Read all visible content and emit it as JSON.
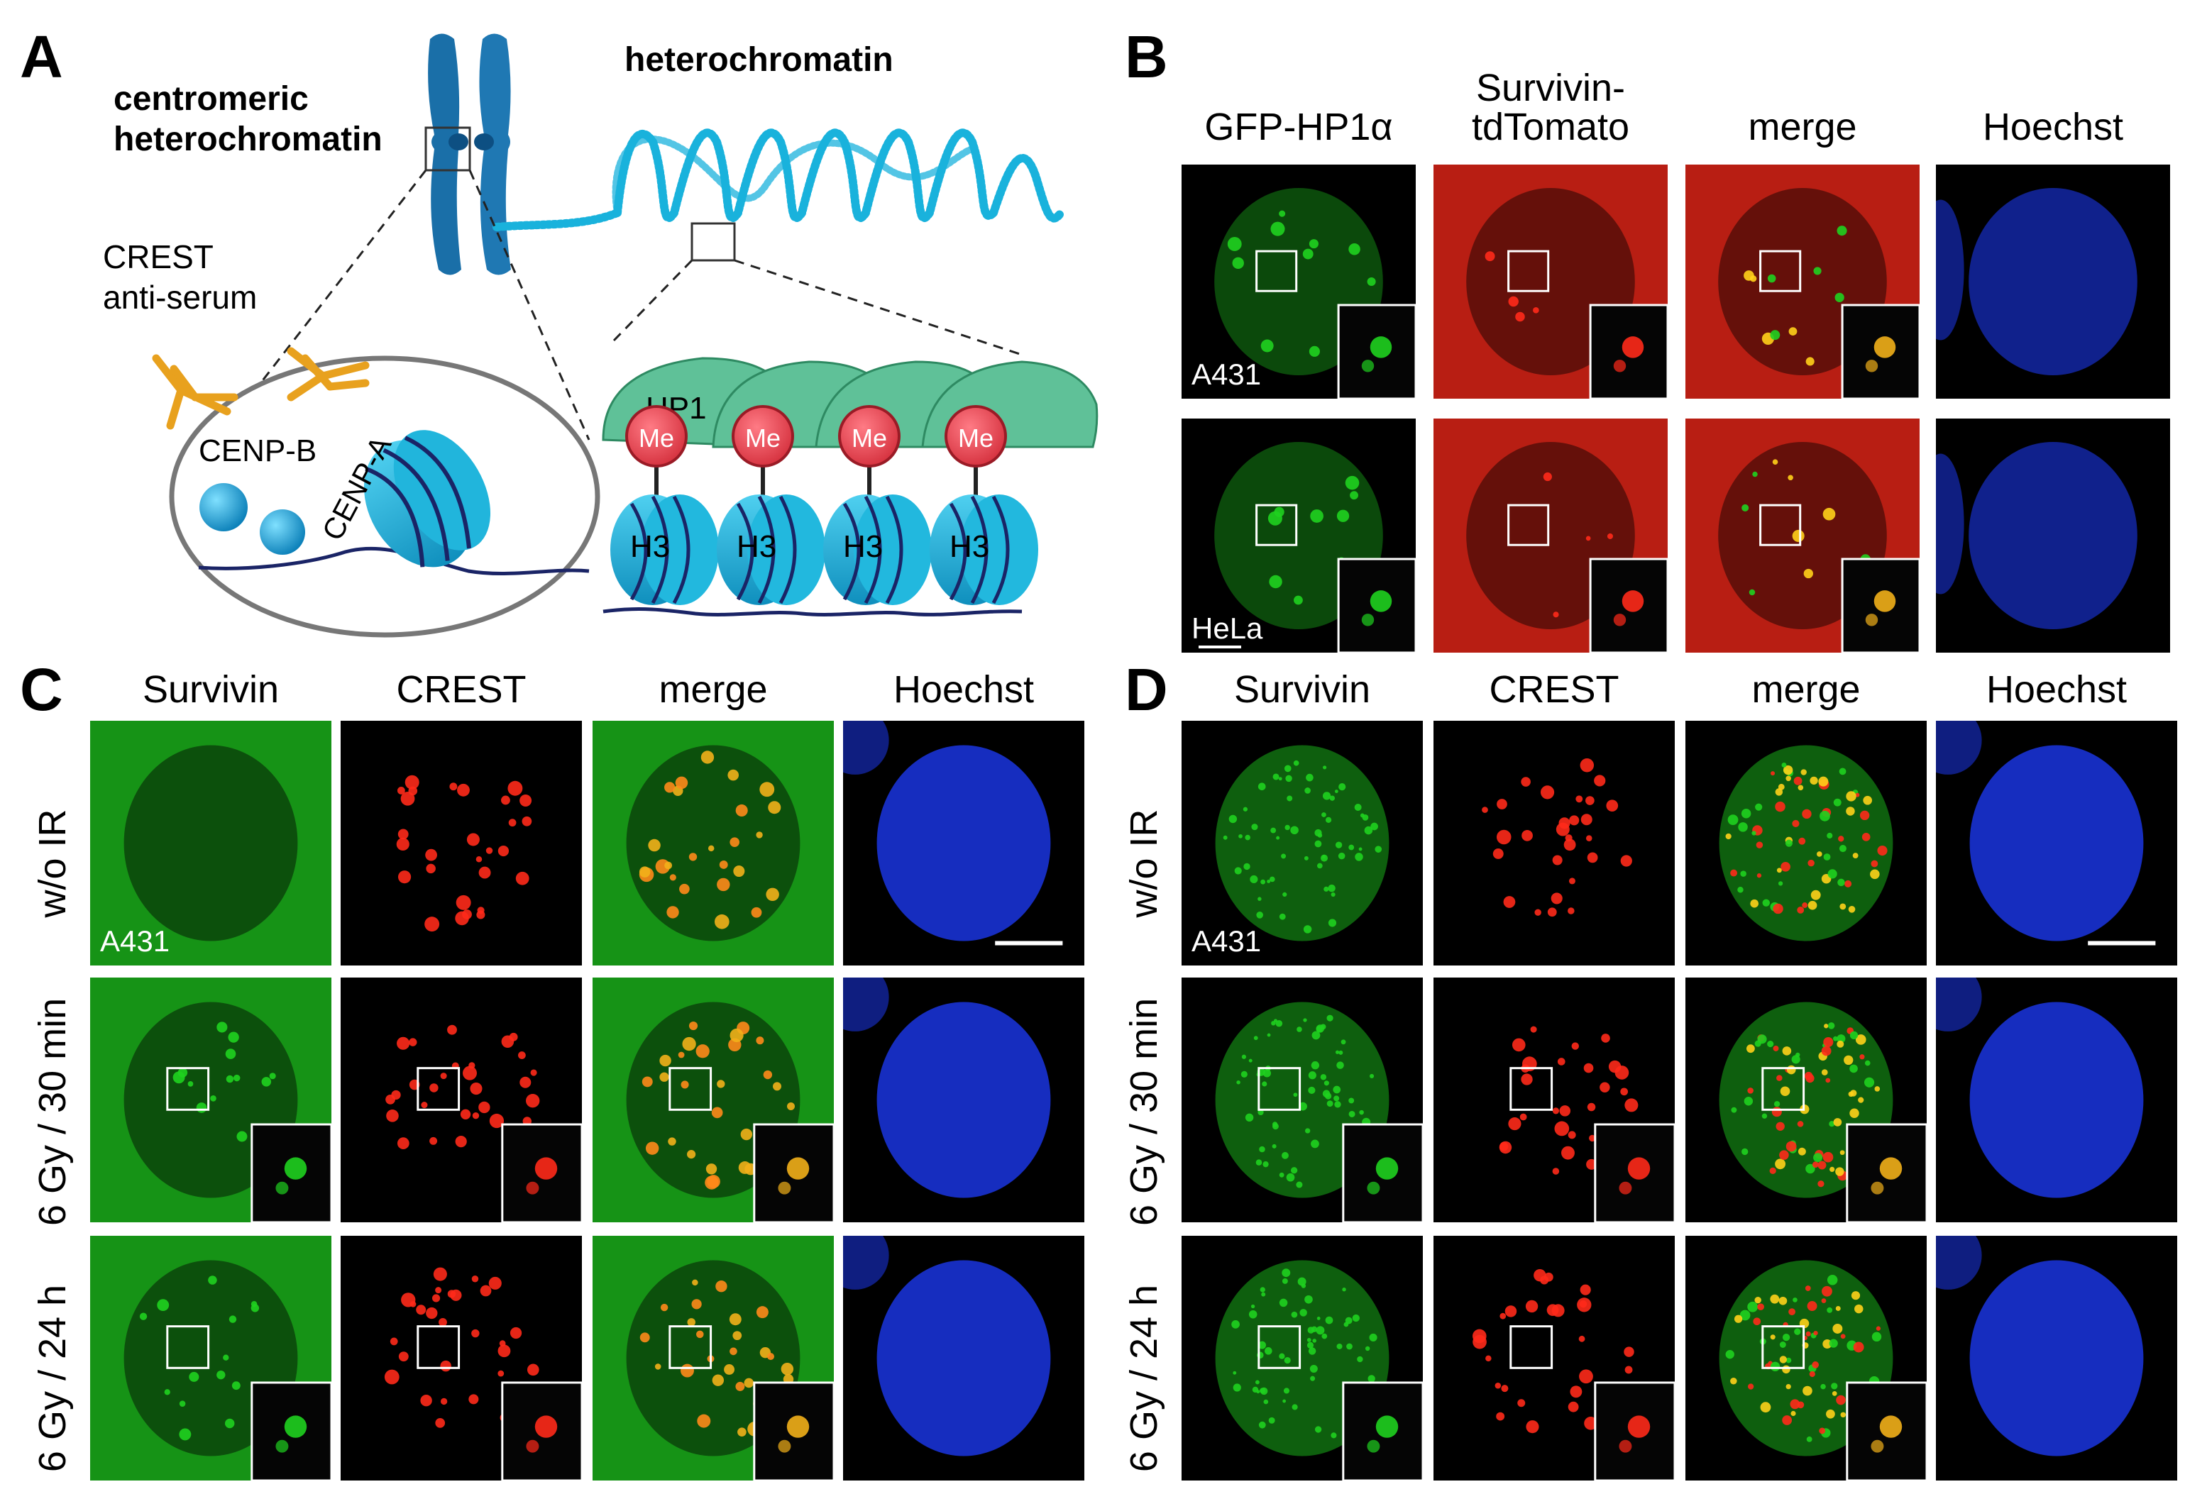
{
  "panel_labels": {
    "a": "A",
    "b": "B",
    "c": "C",
    "d": "D"
  },
  "schematic": {
    "heterochromatin": "heterochromatin",
    "centromeric_line1": "centromeric",
    "centromeric_line2": "heterochromatin",
    "crest_line1": "CREST",
    "crest_line2": "anti-serum",
    "cenp_b": "CENP-B",
    "cenp_a": "CENP-A",
    "hp1": "HP1",
    "me": "Me",
    "h3": "H3"
  },
  "panel_b": {
    "columns": [
      "GFP-HP1α",
      "Survivin-",
      "tdTomato",
      "merge",
      "Hoechst"
    ],
    "cell_lines": [
      "A431",
      "HeLa"
    ]
  },
  "panel_c": {
    "columns": [
      "Survivin",
      "CREST",
      "merge",
      "Hoechst"
    ],
    "rows": [
      "w/o IR",
      "6 Gy / 30 min",
      "6 Gy / 24 h"
    ],
    "cell_line": "A431"
  },
  "panel_d": {
    "columns": [
      "Survivin",
      "CREST",
      "merge",
      "Hoechst"
    ],
    "rows": [
      "w/o IR",
      "6 Gy / 30 min",
      "6 Gy / 24 h"
    ],
    "cell_line": "A431"
  },
  "colors": {
    "chromosome": "#1a6fa8",
    "chromatin": "#19b2dc",
    "hp1": "#5fc198",
    "me": "#e8424f",
    "nucleosome": "#1aaed8",
    "dna": "#1a2466",
    "antibody": "#e8a11e",
    "green_channel": "#1fd21f",
    "red_channel": "#ff2a1a",
    "blue_channel": "#1e3cff"
  }
}
